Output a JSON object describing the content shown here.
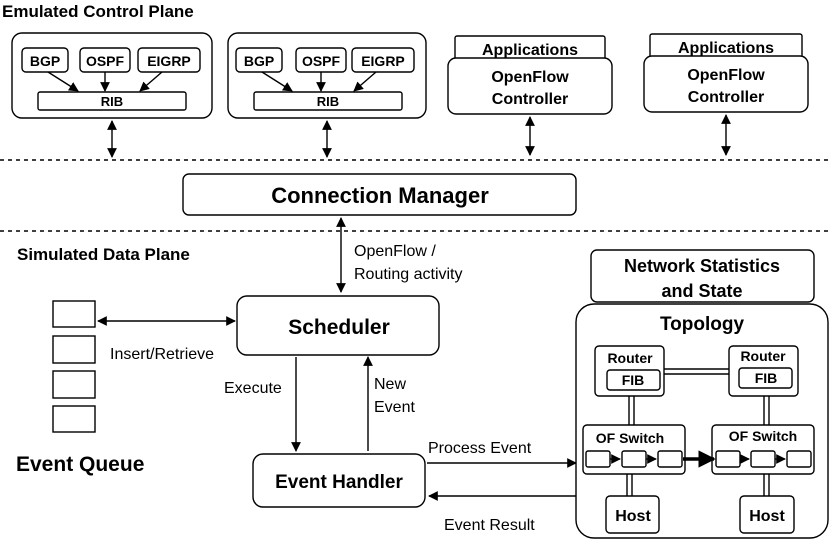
{
  "control_plane": {
    "title": "Emulated Control Plane",
    "routers": [
      {
        "protocols": [
          "BGP",
          "OSPF",
          "EIGRP"
        ],
        "rib": "RIB"
      },
      {
        "protocols": [
          "BGP",
          "OSPF",
          "EIGRP"
        ],
        "rib": "RIB"
      }
    ],
    "controllers": [
      {
        "applications": "Applications",
        "controller_line1": "OpenFlow",
        "controller_line2": "Controller"
      },
      {
        "applications": "Applications",
        "controller_line1": "OpenFlow",
        "controller_line2": "Controller"
      }
    ]
  },
  "connection_manager": "Connection Manager",
  "data_plane": {
    "title": "Simulated Data Plane",
    "openflow_label_line1": "OpenFlow /",
    "openflow_label_line2": "Routing activity",
    "scheduler": "Scheduler",
    "insert_retrieve": "Insert/Retrieve",
    "event_queue": "Event Queue",
    "execute": "Execute",
    "new_event_line1": "New",
    "new_event_line2": "Event",
    "event_handler": "Event Handler",
    "process_event": "Process Event",
    "event_result": "Event Result",
    "stats_line1": "Network Statistics",
    "stats_line2": "and State",
    "topology": {
      "title": "Topology",
      "routers": [
        {
          "label": "Router",
          "fib": "FIB"
        },
        {
          "label": "Router",
          "fib": "FIB"
        }
      ],
      "switches": [
        {
          "label": "OF Switch"
        },
        {
          "label": "OF Switch"
        }
      ],
      "hosts": [
        "Host",
        "Host"
      ]
    }
  }
}
